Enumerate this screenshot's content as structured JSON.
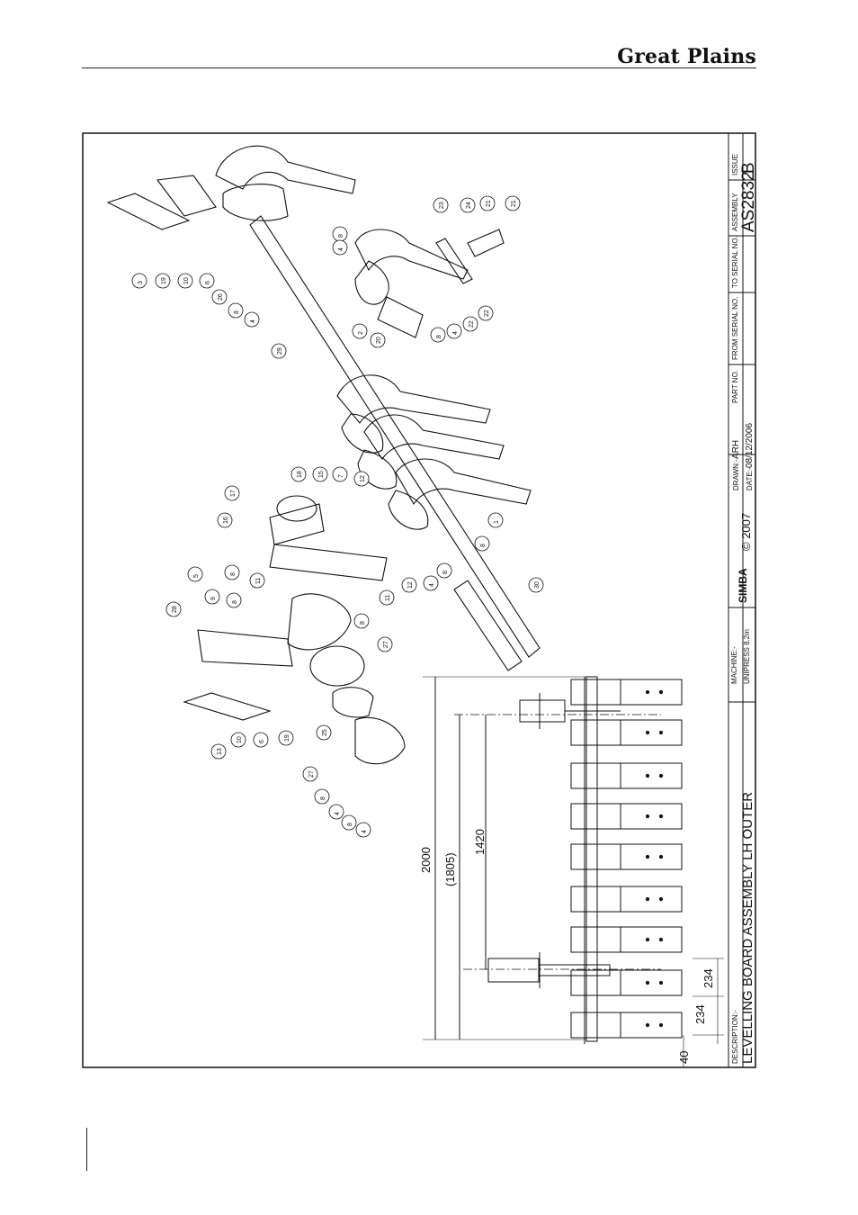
{
  "header": {
    "brand": "Great Plains"
  },
  "drawing": {
    "title_block": {
      "description_label": "DESCRIPTION:-",
      "description": "LEVELLING BOARD ASSEMBLY LH OUTER",
      "machine_label": "MACHINE:-",
      "machine": "UNIPRESS 8.2m",
      "logo": "SIMBA",
      "copyright": "© 2007",
      "drawn_label": "DRAWN:-",
      "drawn": "ARH",
      "date_label": "DATE:-",
      "date": "08/12/2006",
      "part_no_label": "PART NO.",
      "from_serial_label": "FROM SERIAL NO.",
      "to_serial_label": "TO SERIAL NO.",
      "assembly_label": "ASSEMBLY",
      "assembly": "AS2832",
      "issue_label": "ISSUE",
      "issue": "B"
    },
    "dimensions": [
      "2000",
      "(1805)",
      "1420",
      "234",
      "234",
      "40"
    ],
    "balloons": [
      "3",
      "19",
      "10",
      "6",
      "26",
      "8",
      "4",
      "29",
      "8",
      "4",
      "2",
      "20",
      "8",
      "4",
      "22",
      "22",
      "23",
      "24",
      "21",
      "21",
      "17",
      "16",
      "18",
      "15",
      "7",
      "12",
      "11",
      "8",
      "12",
      "11",
      "8",
      "27",
      "4",
      "8",
      "1",
      "8",
      "30",
      "28",
      "5",
      "9",
      "8",
      "13",
      "10",
      "6",
      "19",
      "25",
      "27",
      "8",
      "4",
      "8",
      "4"
    ]
  }
}
